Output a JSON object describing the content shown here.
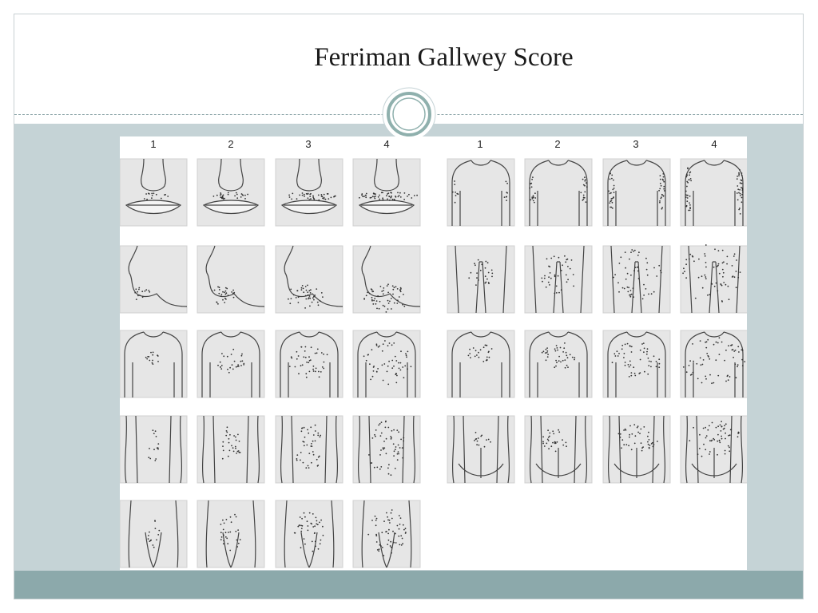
{
  "slide": {
    "title": "Ferriman Gallwey Score"
  },
  "figure": {
    "left_panel_grade_labels": [
      "1",
      "2",
      "3",
      "4"
    ],
    "right_panel_grade_labels": [
      "1",
      "2",
      "3",
      "4"
    ]
  },
  "colors": {
    "content_band": "#c5d3d6",
    "footer_band": "#8ca9ab",
    "ornament_ring": "#8fb0ad"
  }
}
